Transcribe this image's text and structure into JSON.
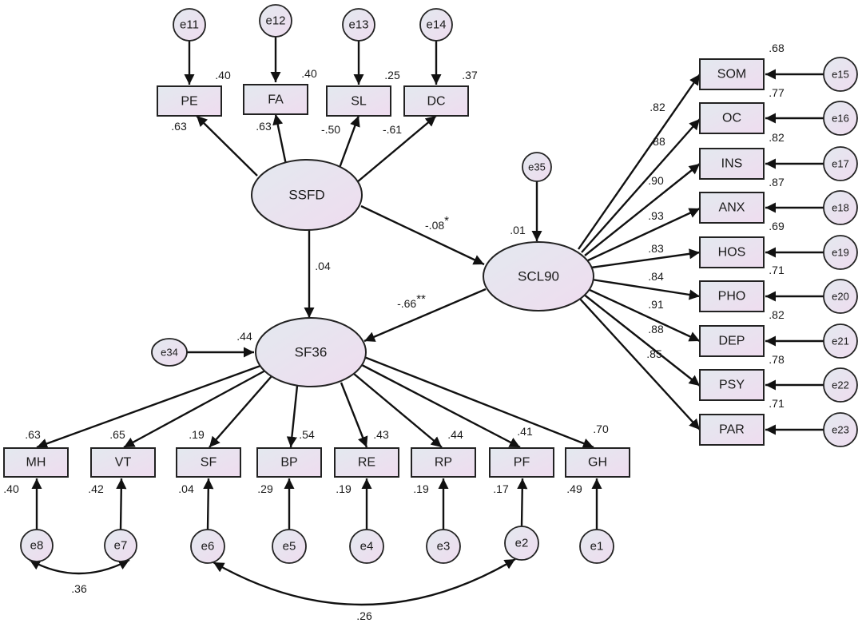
{
  "colors": {
    "fill_top": "#e3e9ef",
    "fill_bottom": "#efdcef",
    "ink": "#111111"
  },
  "latents": {
    "SSFD": {
      "label": "SSFD"
    },
    "SCL90": {
      "label": "SCL90"
    },
    "SF36": {
      "label": "SF36"
    }
  },
  "indicators": {
    "PE": {
      "label": "PE"
    },
    "FA": {
      "label": "FA"
    },
    "SL": {
      "label": "SL"
    },
    "DC": {
      "label": "DC"
    },
    "SOM": {
      "label": "SOM"
    },
    "OC": {
      "label": "OC"
    },
    "INS": {
      "label": "INS"
    },
    "ANX": {
      "label": "ANX"
    },
    "HOS": {
      "label": "HOS"
    },
    "PHO": {
      "label": "PHO"
    },
    "DEP": {
      "label": "DEP"
    },
    "PSY": {
      "label": "PSY"
    },
    "PAR": {
      "label": "PAR"
    },
    "MH": {
      "label": "MH"
    },
    "VT": {
      "label": "VT"
    },
    "SF": {
      "label": "SF"
    },
    "BP": {
      "label": "BP"
    },
    "RE": {
      "label": "RE"
    },
    "RP": {
      "label": "RP"
    },
    "PF": {
      "label": "PF"
    },
    "GH": {
      "label": "GH"
    }
  },
  "errors": {
    "e11": {
      "label": "e11"
    },
    "e12": {
      "label": "e12"
    },
    "e13": {
      "label": "e13"
    },
    "e14": {
      "label": "e14"
    },
    "e15": {
      "label": "e15"
    },
    "e16": {
      "label": "e16"
    },
    "e17": {
      "label": "e17"
    },
    "e18": {
      "label": "e18"
    },
    "e19": {
      "label": "e19"
    },
    "e20": {
      "label": "e20"
    },
    "e21": {
      "label": "e21"
    },
    "e22": {
      "label": "e22"
    },
    "e23": {
      "label": "e23"
    },
    "e35": {
      "label": "e35"
    },
    "e34": {
      "label": "e34"
    },
    "e8": {
      "label": "e8"
    },
    "e7": {
      "label": "e7"
    },
    "e6": {
      "label": "e6"
    },
    "e5": {
      "label": "e5"
    },
    "e4": {
      "label": "e4"
    },
    "e3": {
      "label": "e3"
    },
    "e2": {
      "label": "e2"
    },
    "e1": {
      "label": "e1"
    }
  },
  "loadings": {
    "SSFD_PE": ".63",
    "SSFD_FA": ".63",
    "SSFD_SL": "-.50",
    "SSFD_DC": "-.61",
    "SCL90_SOM": ".82",
    "SCL90_OC": ".88",
    "SCL90_INS": ".90",
    "SCL90_ANX": ".93",
    "SCL90_HOS": ".83",
    "SCL90_PHO": ".84",
    "SCL90_DEP": ".91",
    "SCL90_PSY": ".88",
    "SCL90_PAR": ".85"
  },
  "r_squared": {
    "PE": ".40",
    "FA": ".40",
    "SL": ".25",
    "DC": ".37",
    "SOM": ".68",
    "OC": ".77",
    "INS": ".82",
    "ANX": ".87",
    "HOS": ".69",
    "PHO": ".71",
    "DEP": ".82",
    "PSY": ".78",
    "PAR": ".71",
    "MH": ".63",
    "VT": ".65",
    "SF": ".19",
    "BP": ".54",
    "RE": ".43",
    "RP": ".44",
    "PF": ".41",
    "GH": ".70",
    "SCL90": ".01",
    "SF36": ".44"
  },
  "sf36_error_paths": {
    "e8_MH": ".40",
    "e7_VT": ".42",
    "e6_SF": ".04",
    "e5_BP": ".29",
    "e4_RE": ".19",
    "e3_RP": ".19",
    "e2_PF": ".17",
    "e1_GH": ".49"
  },
  "structural": {
    "SSFD_SCL90": "-.08",
    "SSFD_SF36": ".04",
    "SCL90_SF36": "-.66"
  },
  "significance": {
    "SSFD_SCL90": "*",
    "SCL90_SF36": "**"
  },
  "covariances": {
    "e8_e7": ".36",
    "e6_e2": ".26"
  }
}
